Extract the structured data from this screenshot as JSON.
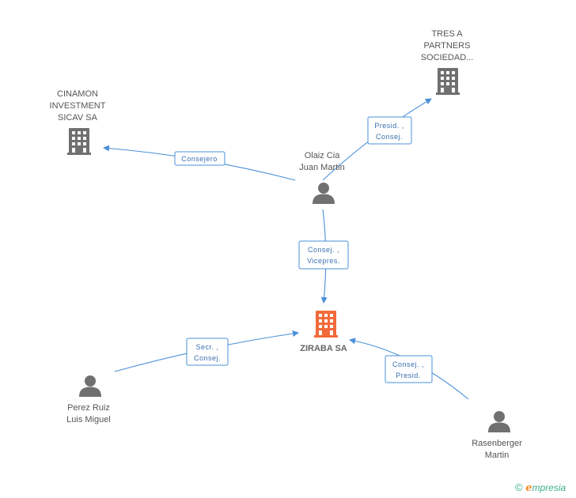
{
  "colors": {
    "accent": "#f26a3a",
    "node": "#707070",
    "edge": "#4a90d9",
    "brand_e": "#f08a24",
    "brand_text": "#3fae8e"
  },
  "nodes": {
    "tres_a": {
      "lines": [
        "TRES A",
        "PARTNERS",
        "SOCIEDAD..."
      ],
      "icon": "building-icon"
    },
    "cinamon": {
      "lines": [
        "CINAMON",
        "INVESTMENT",
        "SICAV SA"
      ],
      "icon": "building-icon"
    },
    "olaiz": {
      "lines": [
        "Olaiz Cia",
        "Juan Martin"
      ],
      "icon": "person-icon"
    },
    "ziraba": {
      "lines": [
        "ZIRABA SA"
      ],
      "icon": "building-icon"
    },
    "perez": {
      "lines": [
        "Perez Ruiz",
        "Luis Miguel"
      ],
      "icon": "person-icon"
    },
    "rasenberger": {
      "lines": [
        "Rasenberger",
        "Martin"
      ],
      "icon": "person-icon"
    }
  },
  "edges": {
    "olaiz_tres": {
      "lines": [
        "Presid. ,",
        "Consej."
      ]
    },
    "olaiz_cinamon": {
      "lines": [
        "Consejero"
      ]
    },
    "olaiz_ziraba": {
      "lines": [
        "Consej. ,",
        "Vicepres."
      ]
    },
    "perez_ziraba": {
      "lines": [
        "Secr. ,",
        "Consej."
      ]
    },
    "rasen_ziraba": {
      "lines": [
        "Consej. ,",
        "Presid."
      ]
    }
  },
  "footer": {
    "copyright_symbol": "©",
    "brand_first": "e",
    "brand_rest": "mpresia"
  }
}
